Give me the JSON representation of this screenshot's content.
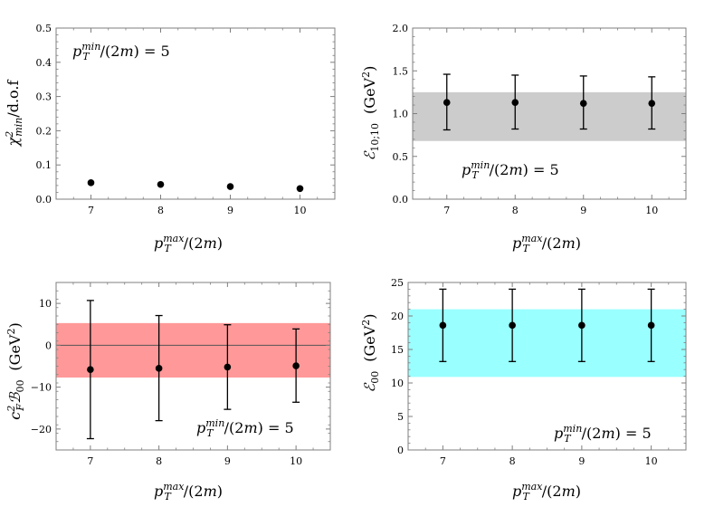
{
  "colors": {
    "frame": "#7f7f7f",
    "marker": "#000000",
    "band_panel2": "#cccccc",
    "band_panel3": "#ff9999",
    "band_panel4": "#99ffff",
    "zero_line": "#555555"
  },
  "x_ticks": [
    "7",
    "8",
    "9",
    "10"
  ],
  "chart_data": [
    {
      "type": "scatter",
      "x": [
        7,
        8,
        9,
        10
      ],
      "y": [
        0.048,
        0.043,
        0.037,
        0.031
      ],
      "xlim": [
        6.5,
        10.5
      ],
      "ylim": [
        0,
        0.5
      ],
      "yticks": [
        "0.0",
        "0.1",
        "0.2",
        "0.3",
        "0.4",
        "0.5"
      ],
      "ylabel": "χ²min/d.o.f",
      "xlabel": "pTmax/(2m)",
      "annotation": "pTmin/(2m) = 5",
      "grid": false
    },
    {
      "type": "scatter",
      "x": [
        7,
        8,
        9,
        10
      ],
      "y": [
        1.13,
        1.13,
        1.12,
        1.12
      ],
      "yerr_low": [
        0.81,
        0.82,
        0.82,
        0.82
      ],
      "yerr_high": [
        1.46,
        1.45,
        1.44,
        1.43
      ],
      "band": [
        0.68,
        1.25
      ],
      "xlim": [
        6.5,
        10.5
      ],
      "ylim": [
        0,
        2.0
      ],
      "yticks": [
        "0.0",
        "0.5",
        "1.0",
        "1.5",
        "2.0"
      ],
      "ylabel": "𝓔10;10 (GeV²)",
      "xlabel": "pTmax/(2m)",
      "annotation": "pTmin/(2m) = 5",
      "grid": false
    },
    {
      "type": "scatter",
      "x": [
        7,
        8,
        9,
        10
      ],
      "y": [
        -5.8,
        -5.5,
        -5.2,
        -4.9
      ],
      "yerr_low": [
        -22.3,
        -18.0,
        -15.3,
        -13.6
      ],
      "yerr_high": [
        10.7,
        7.1,
        4.9,
        3.9
      ],
      "band": [
        -7.7,
        5.3
      ],
      "zero_line": 0,
      "xlim": [
        6.5,
        10.5
      ],
      "ylim": [
        -25,
        15
      ],
      "yticks": [
        "−20",
        "−10",
        "0",
        "10"
      ],
      "ylabel": "c²F𝓑00 (GeV²)",
      "xlabel": "pTmax/(2m)",
      "annotation": "pTmin/(2m) = 5",
      "grid": false
    },
    {
      "type": "scatter",
      "x": [
        7,
        8,
        9,
        10
      ],
      "y": [
        18.6,
        18.6,
        18.6,
        18.6
      ],
      "yerr_low": [
        13.2,
        13.2,
        13.2,
        13.2
      ],
      "yerr_high": [
        24.0,
        24.0,
        24.0,
        24.0
      ],
      "band": [
        10.9,
        21.0
      ],
      "xlim": [
        6.5,
        10.5
      ],
      "ylim": [
        0,
        25
      ],
      "yticks": [
        "0",
        "5",
        "10",
        "15",
        "20",
        "25"
      ],
      "ylabel": "𝓔00 (GeV²)",
      "xlabel": "pTmax/(2m)",
      "annotation": "pTmin/(2m) = 5",
      "grid": false
    }
  ]
}
